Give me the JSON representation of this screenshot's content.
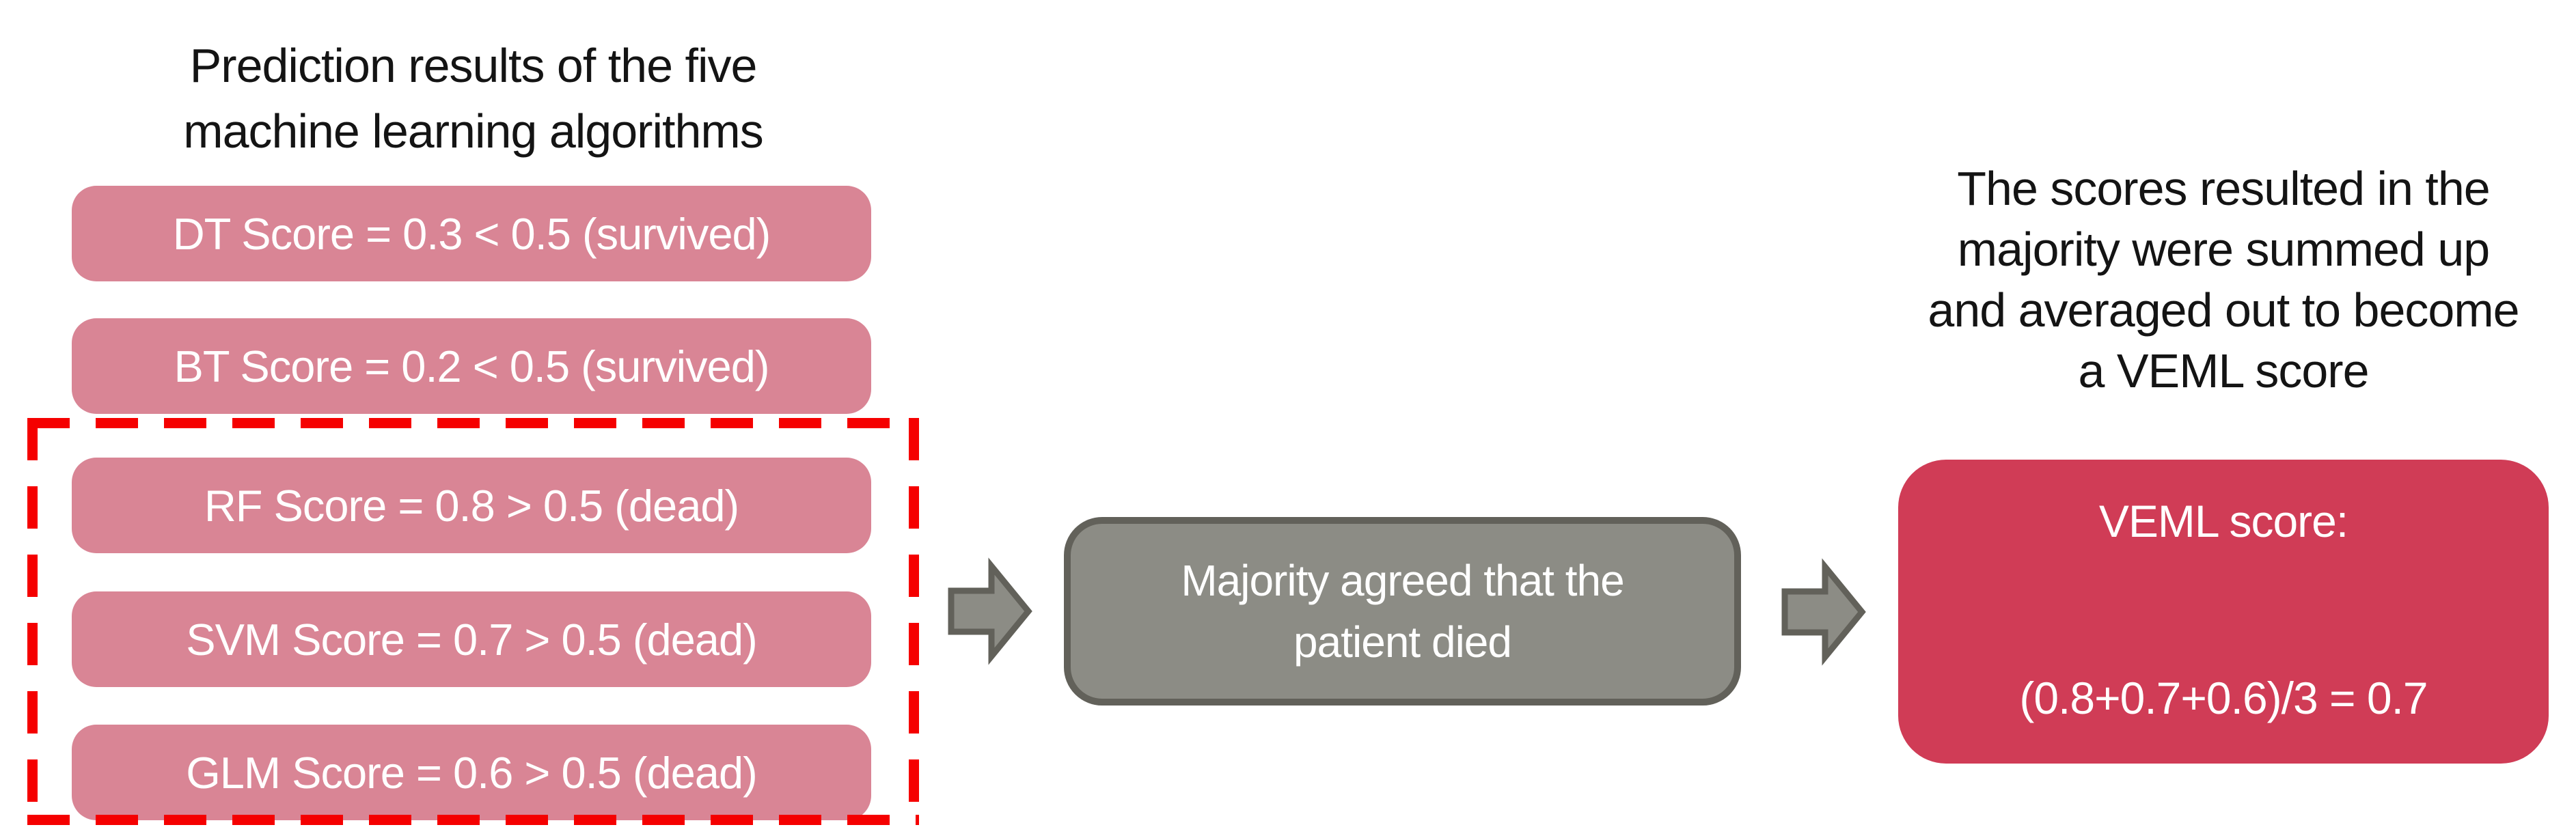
{
  "colors": {
    "pink": "#D98595",
    "crimson": "#D03C56",
    "gray_fill": "#8C8C85",
    "gray_border": "#62615A",
    "dash_red": "#F50000",
    "ink": "#141414",
    "box_text": "#FFFFFF"
  },
  "left_panel": {
    "title_lines": [
      "Prediction results of the five",
      "machine learning algorithms"
    ],
    "prediction_boxes": [
      {
        "label": "DT Score = 0.3 < 0.5 (survived)"
      },
      {
        "label": "BT Score = 0.2 < 0.5 (survived)"
      },
      {
        "label": "RF Score = 0.8 > 0.5 (dead)"
      },
      {
        "label": "SVM Score = 0.7 > 0.5 (dead)"
      },
      {
        "label": "GLM Score = 0.6 > 0.5 (dead)"
      }
    ]
  },
  "flow": {
    "majority_box_lines": [
      "Majority agreed that the",
      "patient died"
    ]
  },
  "right_panel": {
    "title_lines": [
      "The scores resulted in the",
      "majority were summed up",
      "and averaged out to become",
      "a VEML score"
    ],
    "veml_heading": "VEML score:",
    "veml_formula": "(0.8+0.7+0.6)/3 = 0.7"
  }
}
